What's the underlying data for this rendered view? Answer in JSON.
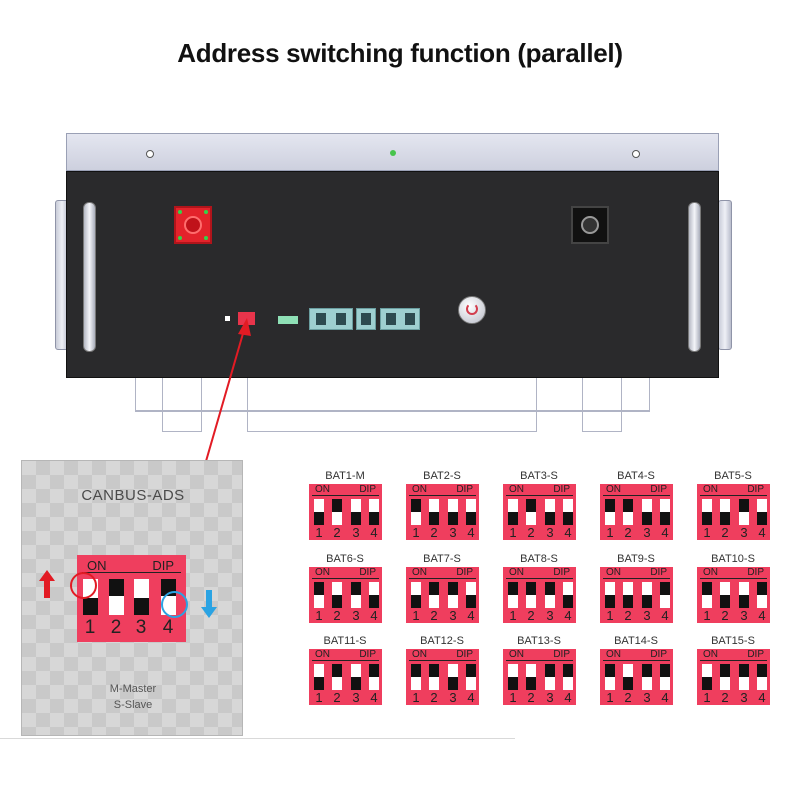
{
  "title": "Address switching function (parallel)",
  "panel": {
    "title": "CANBUS-ADS",
    "on_label": "ON",
    "dip_label": "DIP",
    "numbers": [
      "1",
      "2",
      "3",
      "4"
    ],
    "switch_states": [
      "down",
      "up",
      "down",
      "up"
    ],
    "legend": [
      "M-Master",
      "S-Slave"
    ]
  },
  "batteries": [
    {
      "label": "BAT1-M",
      "states": [
        "down",
        "up",
        "down",
        "down"
      ]
    },
    {
      "label": "BAT2-S",
      "states": [
        "up",
        "down",
        "down",
        "down"
      ]
    },
    {
      "label": "BAT3-S",
      "states": [
        "down",
        "up",
        "down",
        "down"
      ]
    },
    {
      "label": "BAT4-S",
      "states": [
        "up",
        "up",
        "down",
        "down"
      ]
    },
    {
      "label": "BAT5-S",
      "states": [
        "down",
        "down",
        "up",
        "down"
      ]
    },
    {
      "label": "BAT6-S",
      "states": [
        "up",
        "down",
        "up",
        "down"
      ]
    },
    {
      "label": "BAT7-S",
      "states": [
        "down",
        "up",
        "up",
        "down"
      ]
    },
    {
      "label": "BAT8-S",
      "states": [
        "up",
        "up",
        "up",
        "down"
      ]
    },
    {
      "label": "BAT9-S",
      "states": [
        "down",
        "down",
        "down",
        "up"
      ]
    },
    {
      "label": "BAT10-S",
      "states": [
        "up",
        "down",
        "down",
        "up"
      ]
    },
    {
      "label": "BAT11-S",
      "states": [
        "down",
        "up",
        "down",
        "up"
      ]
    },
    {
      "label": "BAT12-S",
      "states": [
        "up",
        "up",
        "down",
        "up"
      ]
    },
    {
      "label": "BAT13-S",
      "states": [
        "down",
        "down",
        "up",
        "up"
      ]
    },
    {
      "label": "BAT14-S",
      "states": [
        "up",
        "down",
        "up",
        "up"
      ]
    },
    {
      "label": "BAT15-S",
      "states": [
        "down",
        "up",
        "up",
        "up"
      ]
    }
  ],
  "switch_labels": {
    "on": "ON",
    "dip": "DIP",
    "numbers": [
      "1",
      "2",
      "3",
      "4"
    ]
  },
  "colors": {
    "switch_red": "#ef3e5e",
    "arrow_red": "#e21b24",
    "arrow_blue": "#2aa3e3",
    "terminal_red": "#e3232b"
  }
}
